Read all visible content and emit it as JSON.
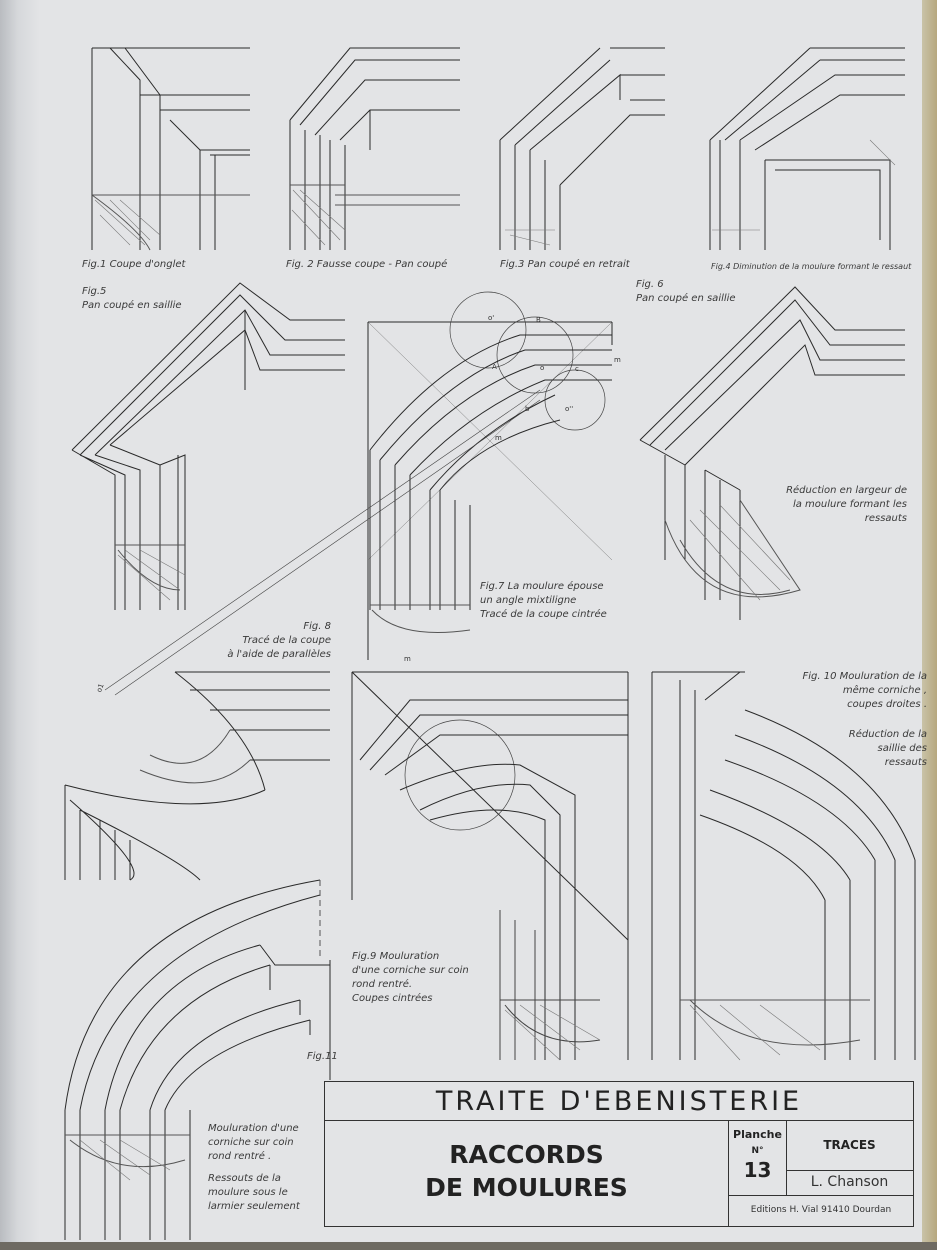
{
  "figures": {
    "fig1": "Fig.1  Coupe d'onglet",
    "fig2": "Fig. 2   Fausse coupe - Pan coupé",
    "fig3": "Fig.3  Pan coupé  en retrait",
    "fig4": "Fig.4 Diminution de la moulure formant le ressaut",
    "fig5": [
      "Fig.5",
      "Pan coupé en saillie"
    ],
    "fig6": [
      "Fig. 6",
      "Pan coupé en saillie"
    ],
    "fig6_note": [
      "Réduction en largeur de",
      "la moulure formant les",
      "ressauts"
    ],
    "fig7": [
      "Fig.7  La moulure épouse",
      "un angle mixtiligne",
      "Tracé de la coupe cintrée"
    ],
    "fig7_points": [
      "o'",
      "B",
      "A",
      "o",
      "c",
      "b",
      "o''",
      "m",
      "m",
      "m"
    ],
    "fig8": [
      "Fig. 8",
      "Tracé de la coupe",
      "à l'aide de parallèles"
    ],
    "fig8_point": "o1",
    "fig9": [
      "Fig.9      Mouluration",
      "d'une corniche sur coin",
      "rond rentré.",
      "Coupes cintrées"
    ],
    "fig10": [
      "Fig. 10 Mouluration de la",
      "même corniche ,",
      "coupes droites ."
    ],
    "fig10_note": [
      "Réduction de  la",
      "saillie  des",
      "ressauts"
    ],
    "fig11": "Fig.11",
    "fig11_note": [
      "Mouluration d'une",
      "corniche sur  coin",
      "rond rentré .",
      "",
      "Ressouts de la",
      "moulure sous le",
      "larmier seulement"
    ]
  },
  "title_block": {
    "series": "TRAITE  D'EBENISTERIE",
    "title_line1": "RACCORDS",
    "title_line2": "DE MOULURES",
    "planche_label": "Planche",
    "number_label": "N°",
    "number": "13",
    "section": "TRACES",
    "author": "L. Chanson",
    "publisher": "Editions H. Vial  91410 Dourdan"
  }
}
